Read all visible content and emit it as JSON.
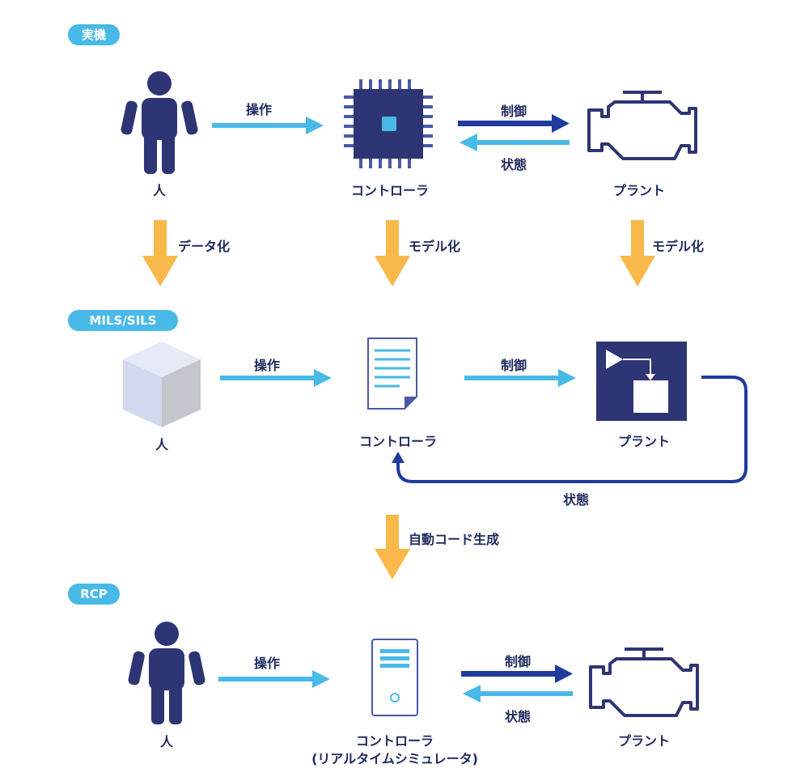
{
  "colors": {
    "navy": "#2e3574",
    "cyan": "#49b9e8",
    "blue": "#1f3b9e",
    "orange": "#f8b84a",
    "text": "#1f2a5e"
  },
  "sections": [
    {
      "tag": "実機",
      "nodes": {
        "person": {
          "label": "人",
          "icon": "person-icon"
        },
        "controller": {
          "label": "コントローラ",
          "icon": "chip-icon"
        },
        "plant": {
          "label": "プラント",
          "icon": "engine-icon"
        }
      },
      "edges": {
        "operate": "操作",
        "control": "制御",
        "state": "状態"
      }
    },
    {
      "tag": "MILS/SILS",
      "nodes": {
        "person": {
          "label": "人",
          "icon": "cube-icon"
        },
        "controller": {
          "label": "コントローラ",
          "icon": "document-icon"
        },
        "plant": {
          "label": "プラント",
          "icon": "block-diagram-icon"
        }
      },
      "edges": {
        "operate": "操作",
        "control": "制御",
        "state": "状態"
      }
    },
    {
      "tag": "RCP",
      "nodes": {
        "person": {
          "label": "人",
          "icon": "person-icon"
        },
        "controller": {
          "label": "コントローラ",
          "sublabel": "(リアルタイムシミュレータ)",
          "icon": "server-icon"
        },
        "plant": {
          "label": "プラント",
          "icon": "engine-icon"
        }
      },
      "edges": {
        "operate": "操作",
        "control": "制御",
        "state": "状態"
      }
    }
  ],
  "transitions": {
    "person": "データ化",
    "controller": "モデル化",
    "plant": "モデル化",
    "codegen": "自動コード生成"
  }
}
